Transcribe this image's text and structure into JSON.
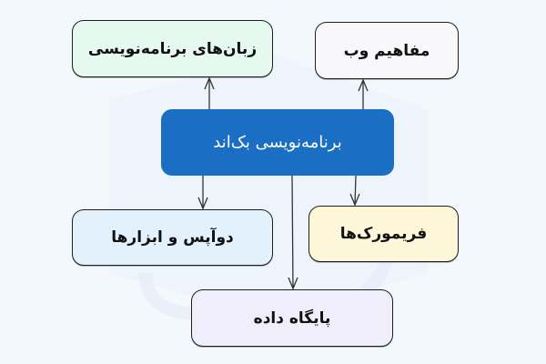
{
  "diagram": {
    "background_color": "#f3f8fd",
    "center": {
      "label": "برنامه‌نویسی بک‌اند",
      "fill": "#1a6fc4",
      "text_color": "#ffffff"
    },
    "nodes": [
      {
        "id": "programming-languages",
        "label": "زبان‌های برنامه‌نویسی",
        "fill": "#e6f9f1",
        "position": "top-left"
      },
      {
        "id": "web-concepts",
        "label": "مفاهیم وب",
        "fill": "#f8f8fb",
        "position": "top-right"
      },
      {
        "id": "devops-tools",
        "label": "دوآپس و ابزارها",
        "fill": "#e3f1fd",
        "position": "middle-left"
      },
      {
        "id": "frameworks",
        "label": "فریمورک‌ها",
        "fill": "#fdf6d8",
        "position": "middle-right"
      },
      {
        "id": "database",
        "label": "پایگاه داده",
        "fill": "#f1eefc",
        "position": "bottom"
      }
    ],
    "edges": [
      {
        "from": "center",
        "to": "programming-languages",
        "direction": "up"
      },
      {
        "from": "center",
        "to": "web-concepts",
        "direction": "up"
      },
      {
        "from": "center",
        "to": "devops-tools",
        "direction": "down"
      },
      {
        "from": "center",
        "to": "frameworks",
        "direction": "down"
      },
      {
        "from": "center",
        "to": "database",
        "direction": "down"
      }
    ]
  }
}
